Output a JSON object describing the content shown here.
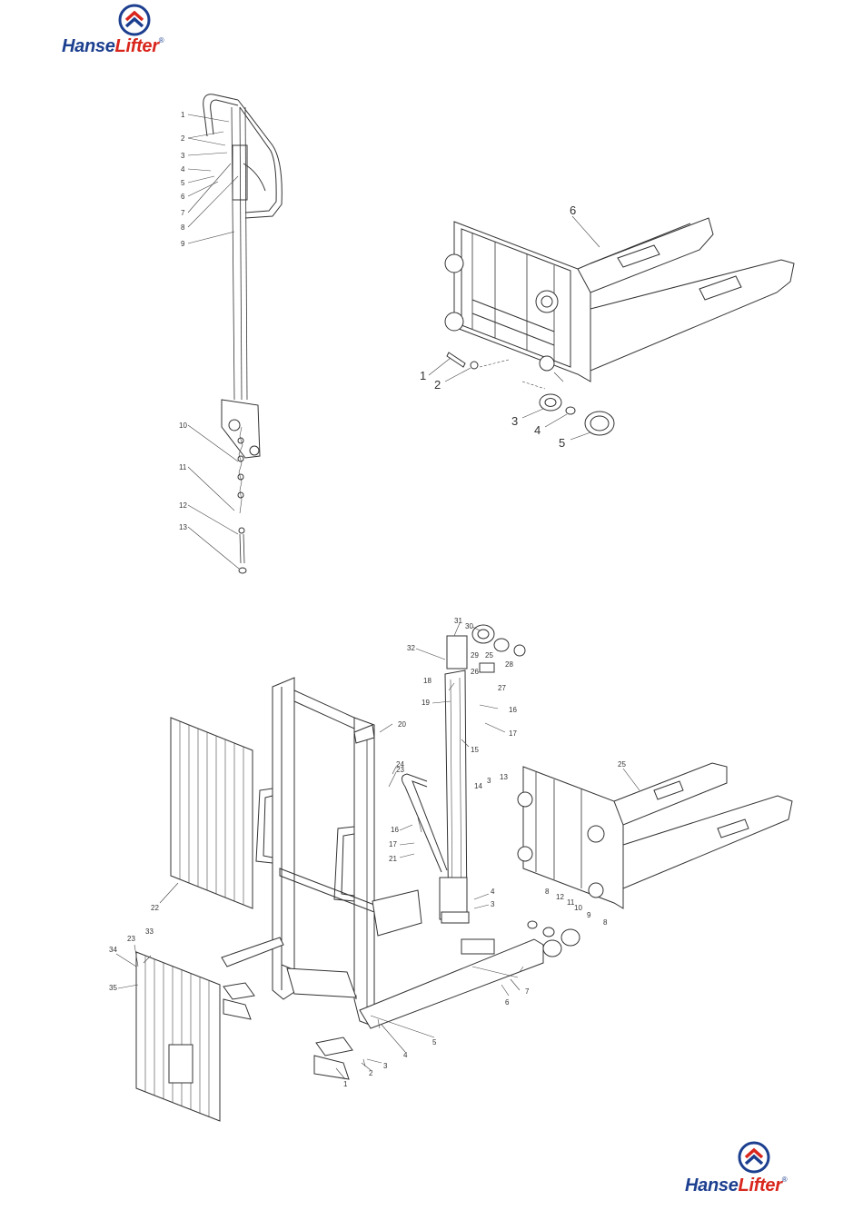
{
  "logo_top": {
    "name_part1": "Hanse",
    "name_part2": "Lifter",
    "registered": "®"
  },
  "logo_bottom": {
    "name_part1": "Hanse",
    "name_part2": "Lifter",
    "registered": "®"
  },
  "colors": {
    "brand_blue": "#1c3f8f",
    "brand_red": "#d9261c",
    "line": "#333333"
  },
  "handle_assembly": {
    "callouts": [
      "1",
      "2",
      "3",
      "4",
      "5",
      "6",
      "7",
      "8",
      "9",
      "10",
      "11",
      "12",
      "13"
    ]
  },
  "fork_assembly": {
    "callouts": [
      "6",
      "1",
      "2",
      "3",
      "4",
      "5"
    ]
  },
  "stacker_assembly": {
    "callouts": [
      "31",
      "30",
      "32",
      "29",
      "25",
      "28",
      "26",
      "27",
      "18",
      "19",
      "16",
      "17",
      "15",
      "20",
      "23",
      "24",
      "14",
      "3",
      "13",
      "16",
      "17",
      "21",
      "22",
      "25",
      "4",
      "3",
      "8",
      "12",
      "11",
      "10",
      "9",
      "8",
      "33",
      "34",
      "23",
      "35",
      "6",
      "7",
      "5",
      "4",
      "3",
      "2",
      "1"
    ]
  }
}
